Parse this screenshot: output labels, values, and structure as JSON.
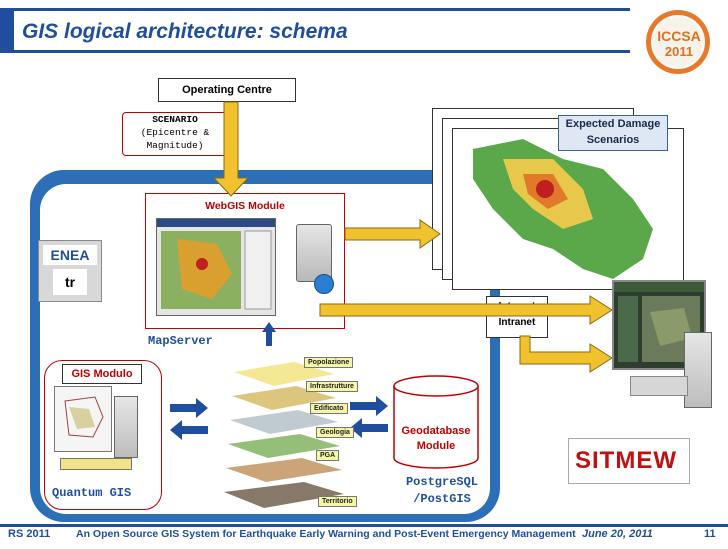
{
  "title": "GIS logical architecture: schema",
  "logo": {
    "line1": "ICCSA",
    "line2": "2011"
  },
  "operating_centre": "Operating Centre",
  "scenario": {
    "line1": "SCENARIO",
    "line2": "(Epicentre &",
    "line3": "Magnitude)"
  },
  "expected_damage": {
    "line1": "Expected Damage",
    "line2": "Scenarios"
  },
  "webgis_label": "WebGIS Module",
  "mapserver_label": "MapServer",
  "internet": {
    "line1": "Internet",
    "line2": "Intranet"
  },
  "gis_modulo": "GIS Modulo",
  "quantum_gis": "Quantum GIS",
  "layers": [
    "Popolazione",
    "Infrastrutture",
    "Edificato",
    "Geologia",
    "PGA",
    "Territorio"
  ],
  "geodatabase": {
    "line1": "Geodatabase",
    "line2": "Module"
  },
  "postgresql": {
    "line1": "PostgreSQL",
    "line2": "/PostGIS"
  },
  "enea_logo": {
    "top": "ENEA",
    "mid": "tr"
  },
  "sitmew_logo": "SITMEW",
  "footer": {
    "left": "RS 2011",
    "center": "An Open Source GIS System for Earthquake Early Warning and Post-Event Emergency Management",
    "date": "June 20, 2011",
    "page": "11"
  },
  "colors": {
    "accent": "#1f4e9e",
    "arrow": "#f2c12e",
    "panel": "#2c6fb6",
    "red": "#c00000"
  }
}
